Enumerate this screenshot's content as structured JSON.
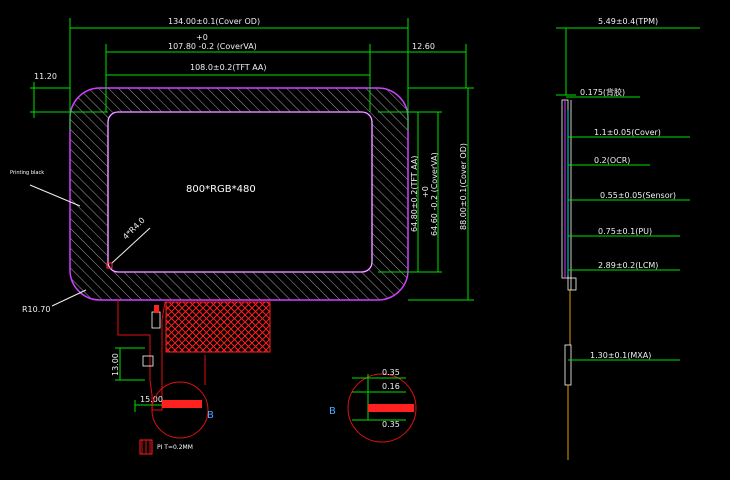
{
  "dims": {
    "cover_od_w": "134.00±0.1(Cover OD)",
    "cover_va_w": "107.80 -0.2 (CoverVA)",
    "cover_va_w_tol": "+0",
    "tft_aa_w": "108.0±0.2(TFT AA)",
    "right_margin": "12.60",
    "top_margin": "11.20",
    "tft_aa_h": "64.80±0.2(TFT AA)",
    "cover_va_h": "64.60 -0.2 (CoverVA)",
    "cover_va_h_tol": "+0",
    "cover_od_h": "88.00±0.1(Cover OD)",
    "corner_radius": "R10.70",
    "resolution": "800*RGB*480",
    "fpc_height": "13.00",
    "fpc_width": "15.00",
    "pitch": "PI T=0.2MM",
    "detail_b_label_1": "B",
    "detail_b_label_2": "B",
    "detail_035_top": "0.35",
    "detail_016": "0.16",
    "detail_035_bottom": "0.35",
    "printing_black": "Printing black",
    "diag_label": "4*R4.0"
  },
  "stack": [
    "5.49±0.4(TPM)",
    "0.175(背胶)",
    "1.1±0.05(Cover)",
    "0.2(OCR)",
    "0.55±0.05(Sensor)",
    "0.75±0.1(PU)",
    "2.89±0.2(LCM)",
    "1.30±0.1(MXA)"
  ]
}
